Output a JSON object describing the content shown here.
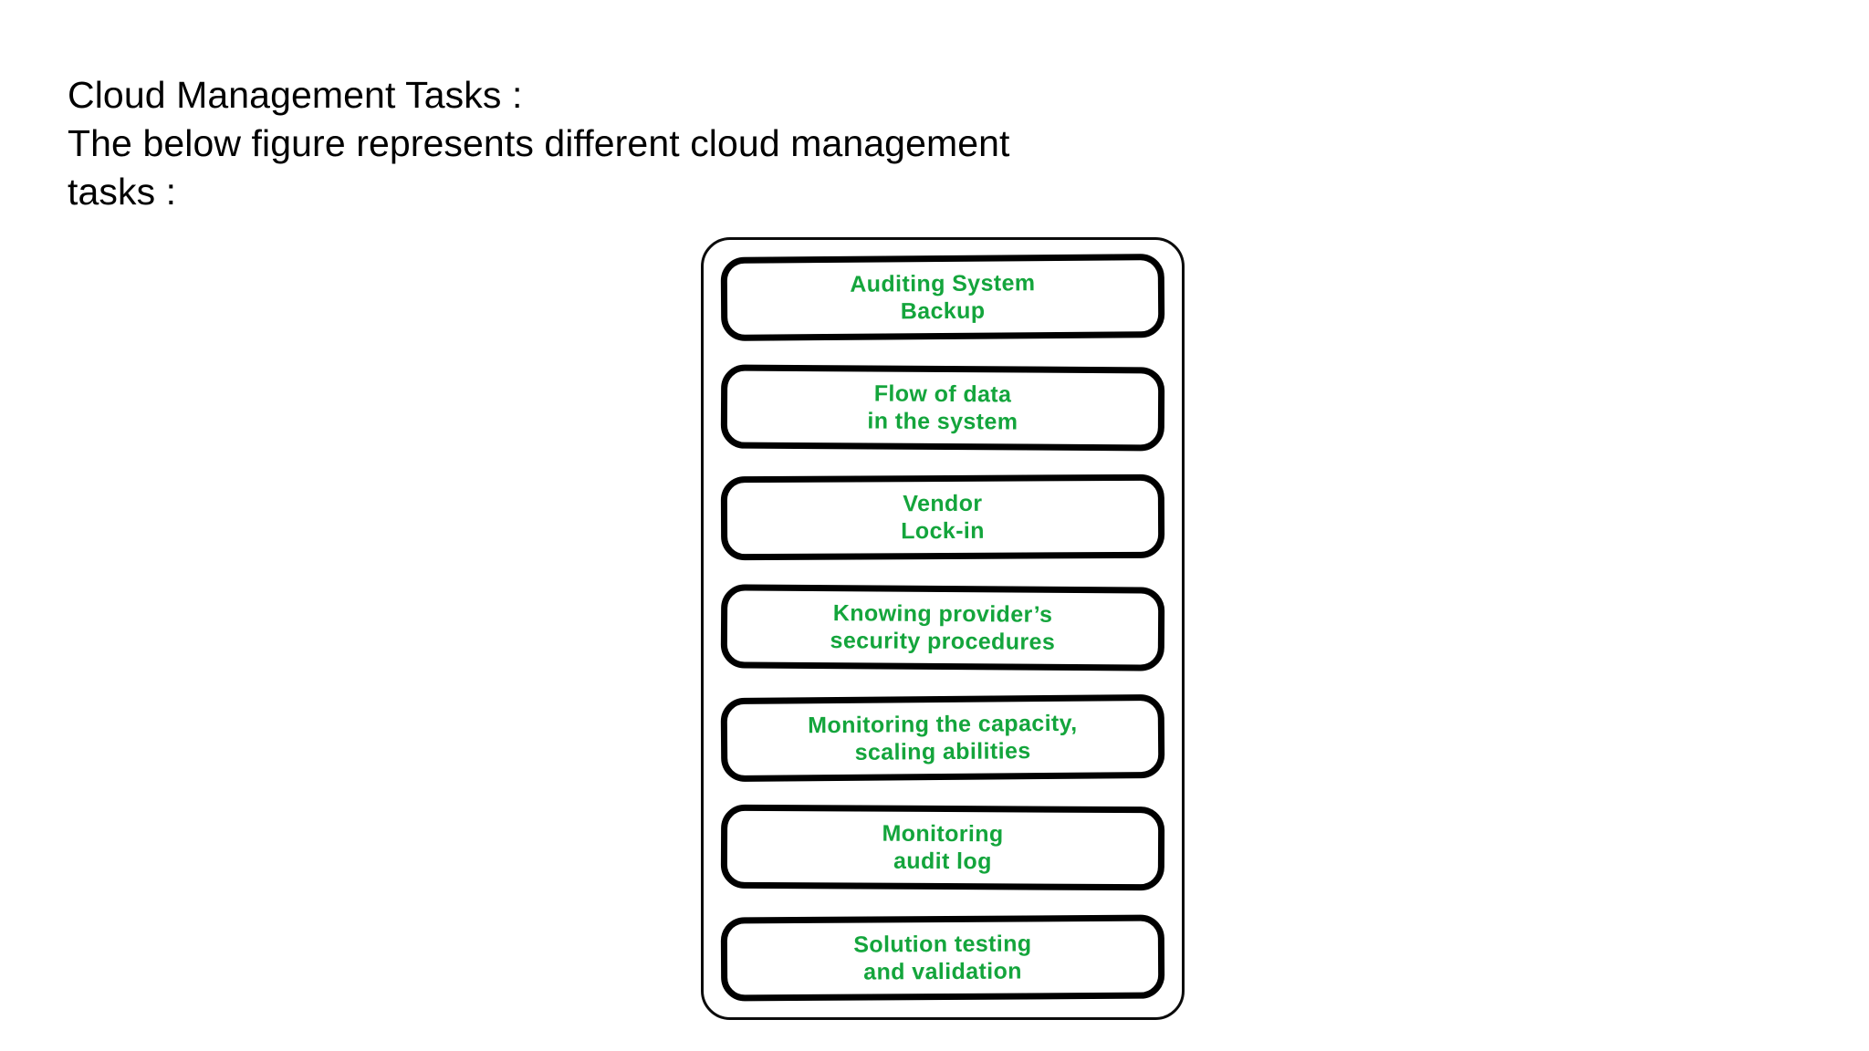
{
  "heading": {
    "line1": "Cloud Management Tasks :",
    "line2": "The below figure represents different cloud management",
    "line3": "tasks :"
  },
  "colors": {
    "task_text_green": "#14a53c",
    "border_black": "#000000",
    "heading_black": "#000000",
    "background_white": "#ffffff"
  },
  "diagram": {
    "name": "cloud-management-tasks-figure",
    "tasks": [
      {
        "line1": "Auditing System",
        "line2": "Backup"
      },
      {
        "line1": "Flow of data",
        "line2": "in the system"
      },
      {
        "line1": "Vendor",
        "line2": "Lock-in"
      },
      {
        "line1": "Knowing provider’s",
        "line2": "security procedures"
      },
      {
        "line1": "Monitoring the capacity,",
        "line2": "scaling abilities"
      },
      {
        "line1": "Monitoring",
        "line2": "audit log"
      },
      {
        "line1": "Solution testing",
        "line2": "and validation"
      }
    ]
  }
}
